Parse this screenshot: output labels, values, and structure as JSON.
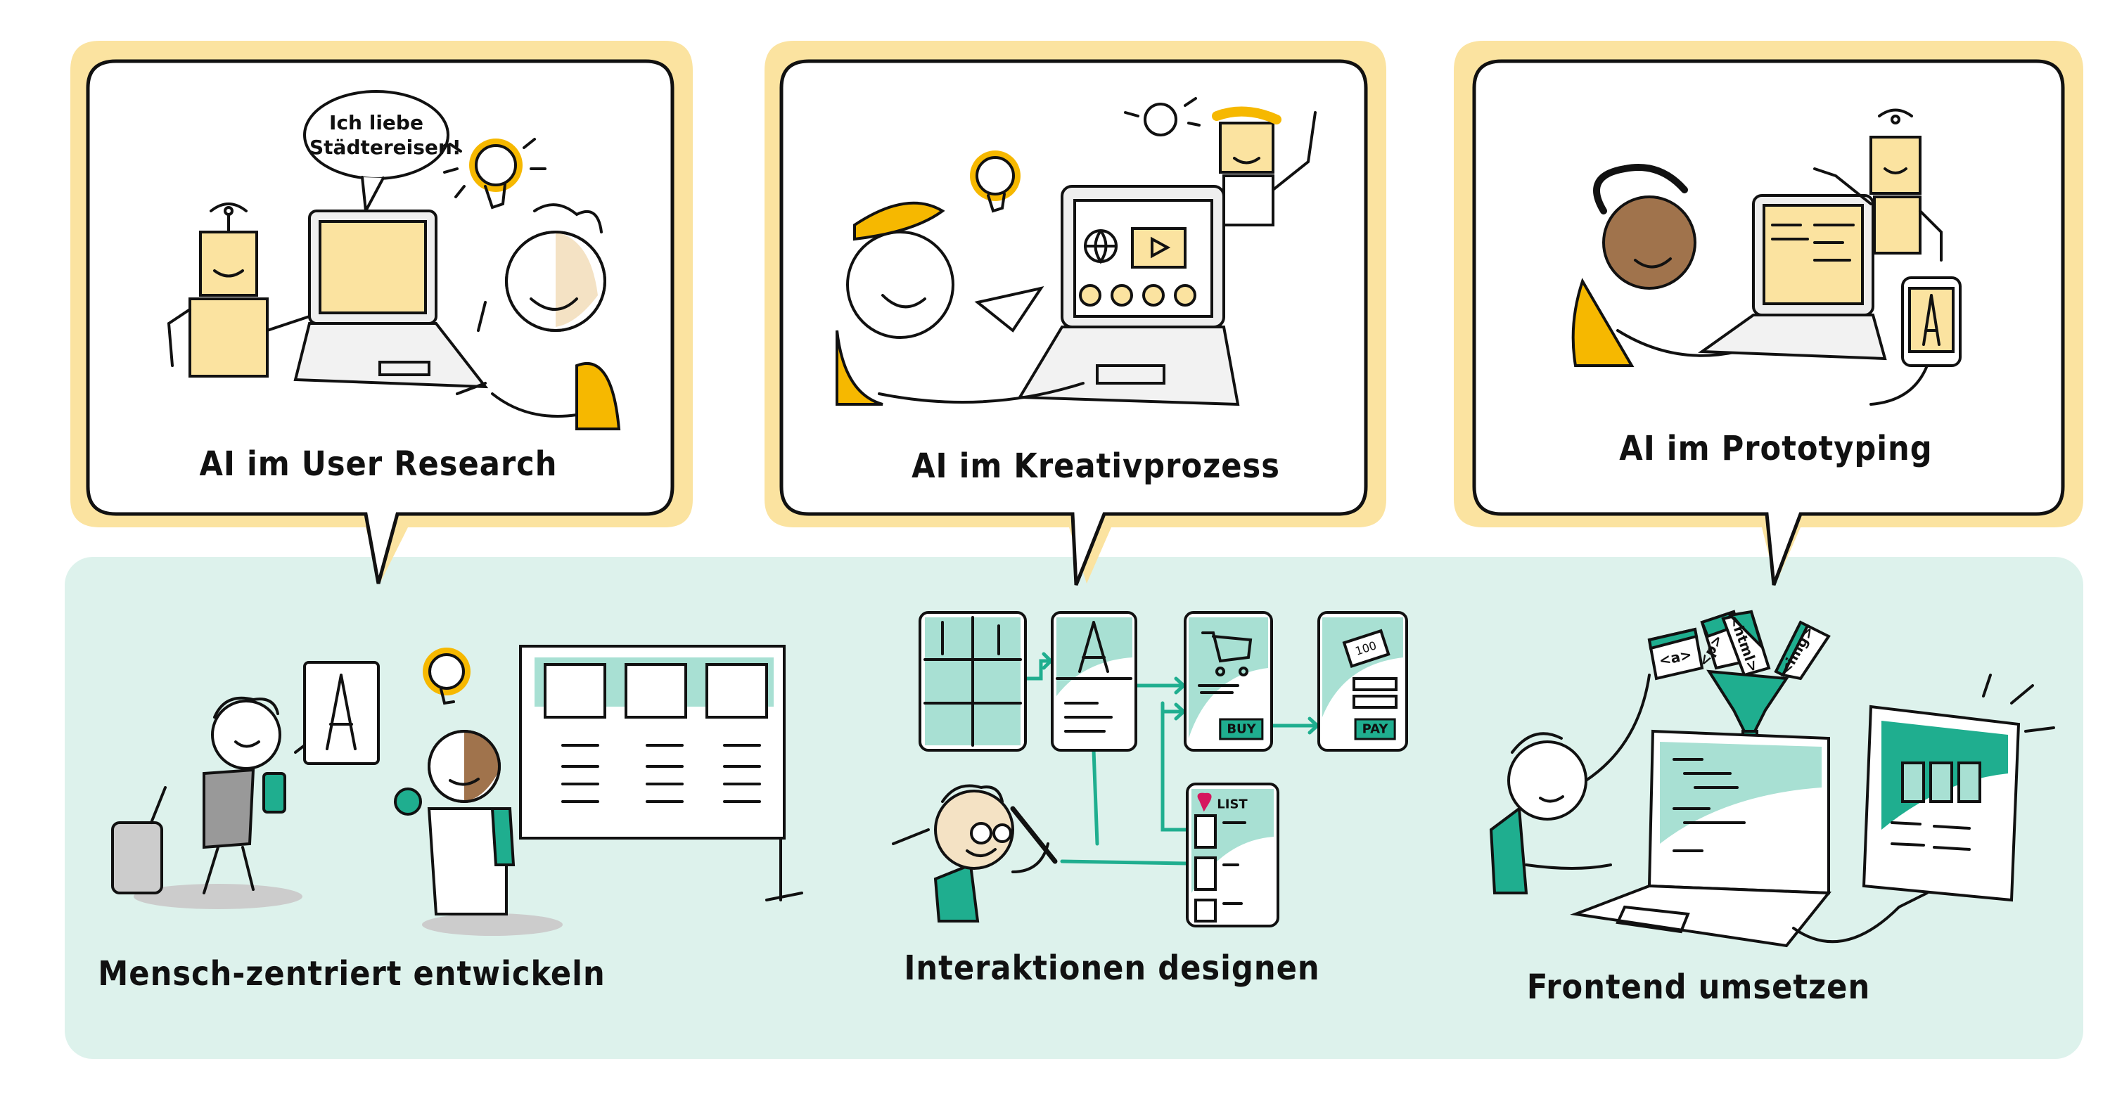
{
  "top_cards": [
    {
      "title": "AI im User Research",
      "speech": "Ich liebe Städtereisen!"
    },
    {
      "title": "AI im Kreativprozess"
    },
    {
      "title": "AI im Prototyping"
    }
  ],
  "bottom_stages": [
    {
      "title": "Mensch-zentriert entwickeln"
    },
    {
      "title": "Interaktionen designen",
      "screens": {
        "buy_label": "BUY",
        "pay_label": "PAY",
        "list_label": "LIST",
        "price": "100"
      }
    },
    {
      "title": "Frontend umsetzen",
      "tags": [
        "<a>",
        "<p>",
        "<html>",
        "<img>"
      ]
    }
  ],
  "colors": {
    "card_shadow": "#FBE3A0",
    "accent_yellow": "#F6B800",
    "panel_bg": "#DDF2EC",
    "teal": "#1FAE8F",
    "light_teal": "#A8E0D3",
    "skin": "#F4E2C4"
  }
}
